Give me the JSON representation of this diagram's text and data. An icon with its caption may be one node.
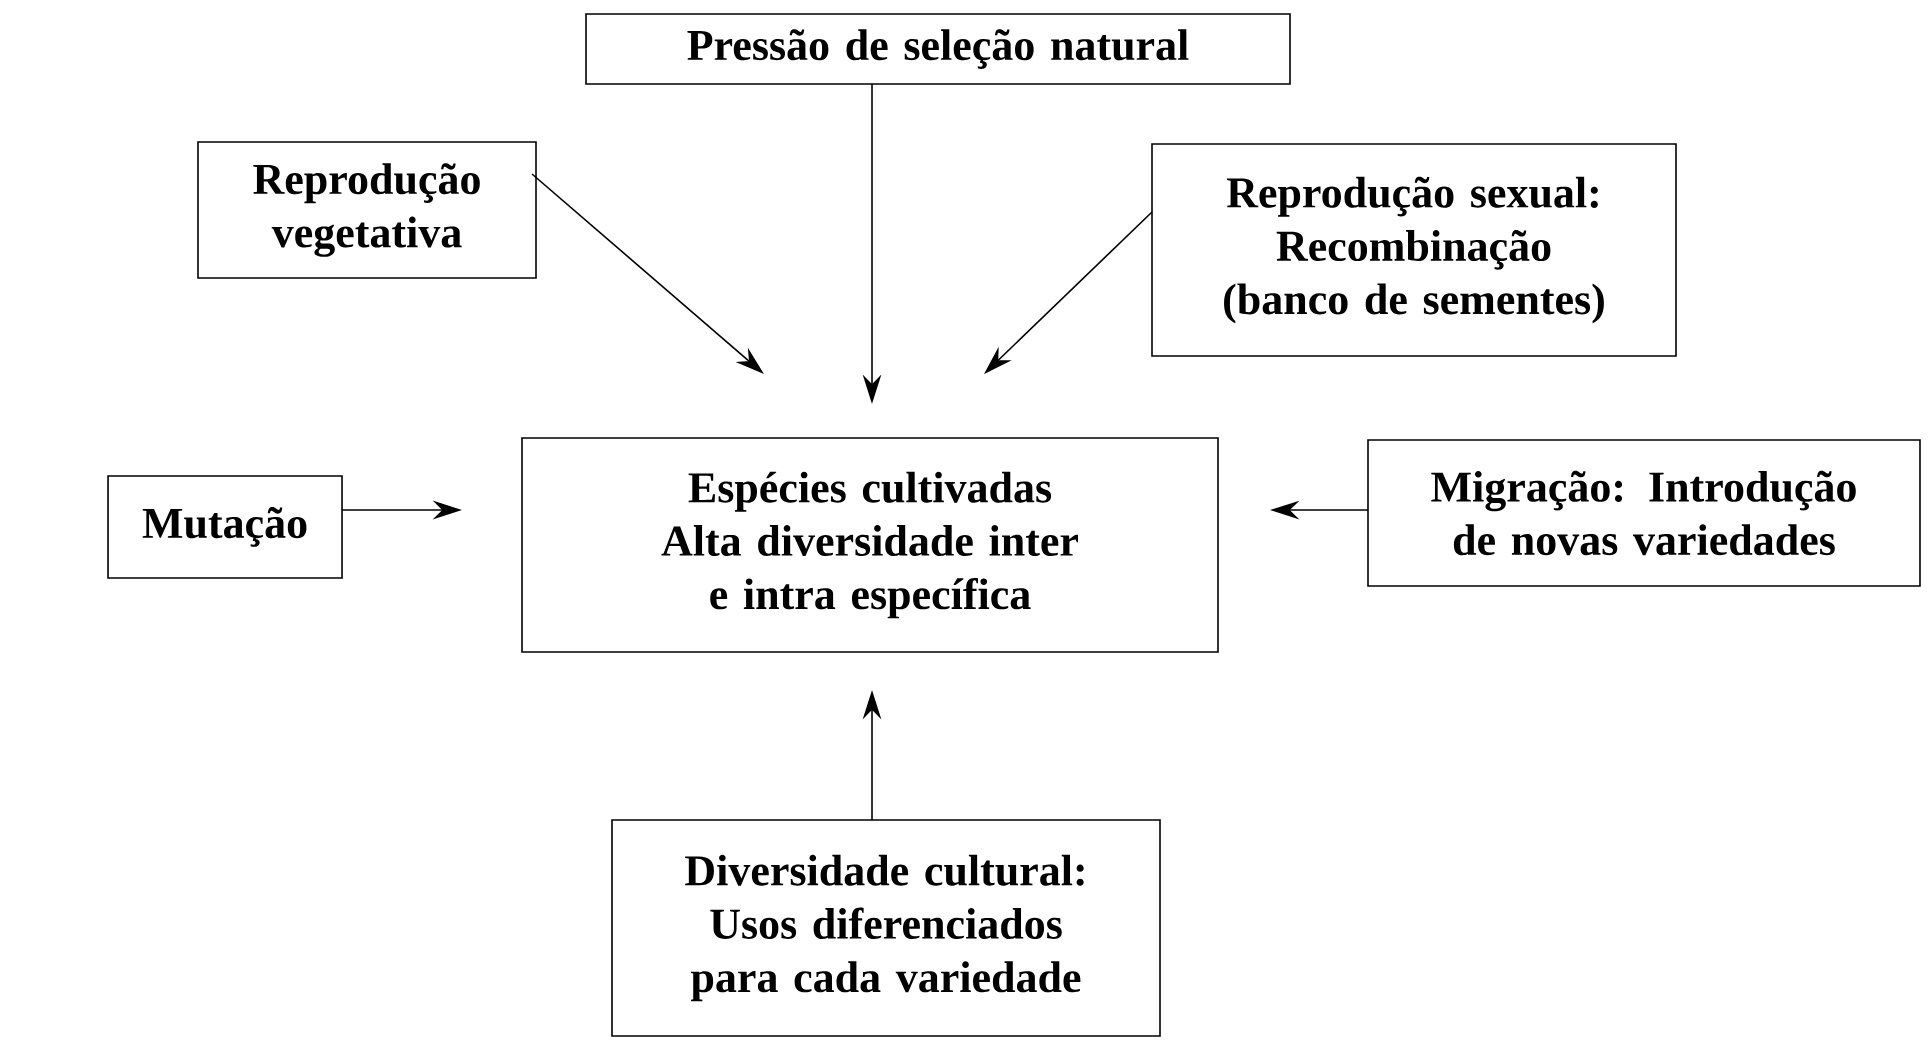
{
  "diagram": {
    "nodes": [
      {
        "text": [
          "Pressão de seleção natural"
        ]
      },
      {
        "text": [
          "Reprodução vegetativa"
        ]
      },
      {
        "text": [
          "Reprodução sexual:",
          "Recombinação (banco de sementes)"
        ]
      },
      {
        "text": [
          "Espécies cultivadas",
          "Alta diversidade inter e intra específica"
        ]
      },
      {
        "text": [
          "Mutação"
        ]
      },
      {
        "text": [
          "Migração: Introdução de novas variedades"
        ]
      },
      {
        "text": [
          "Diversidade cultural:",
          "Usos diferenciados para cada variedade"
        ]
      }
    ],
    "edges": [
      {
        "from": 0,
        "to": 3,
        "arrow": "to"
      },
      {
        "from": 1,
        "to": 3,
        "arrow": "to"
      },
      {
        "from": 2,
        "to": 3,
        "arrow": "to"
      },
      {
        "from": 4,
        "to": 3,
        "arrow": "to"
      },
      {
        "from": 5,
        "to": 3,
        "arrow": "to"
      },
      {
        "from": 6,
        "to": 3,
        "arrow": "to"
      }
    ]
  }
}
